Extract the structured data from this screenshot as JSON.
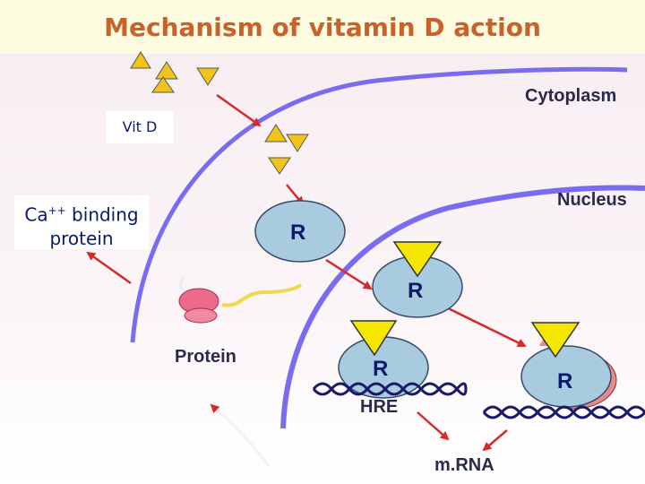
{
  "title": "Mechanism of vitamin D action",
  "labels": {
    "vitamin_d": "Vit D",
    "ca_binding_line1": "Ca++ binding",
    "ca_binding_line2": "protein",
    "cytoplasm": "Cytoplasm",
    "nucleus": "Nucleus",
    "protein": "Protein",
    "hre": "HRE",
    "mrna": "m.RNA",
    "receptor": "R"
  },
  "colors": {
    "title": "#c8622a",
    "membrane": "#7a6cf0",
    "receptor_fill": "#a9cbe0",
    "vitamin_triangle": "#f0c419",
    "arrow": "#d42a2a",
    "ribosome": "#ee6a8a",
    "mrna_strand": "#f0d84a",
    "dna": "#1a1a6a",
    "label_text": "#0a1a6a"
  }
}
